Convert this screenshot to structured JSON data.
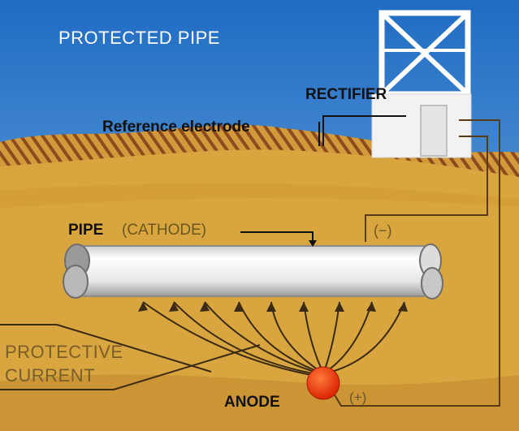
{
  "diagram": {
    "title": "PROTECTED PIPE",
    "rectifier_label": "RECTIFIER",
    "reference_label": "Reference electrode",
    "pipe_label": "PIPE",
    "cathode_label": "(CATHODE)",
    "negative_label": "(−)",
    "protective_line1": "PROTECTIVE",
    "protective_line2": "CURRENT",
    "anode_label": "ANODE",
    "positive_label": "(+)"
  },
  "colors": {
    "sky_top": "#1f6cc4",
    "sky_bottom": "#7fb3dd",
    "soil": "#d9a53f",
    "soil_band": "#c28a2e",
    "hatch": "#8c4a1e",
    "pipe": "#f1f1f1",
    "wire": "#5a3a14",
    "anode": "#e62a00"
  }
}
